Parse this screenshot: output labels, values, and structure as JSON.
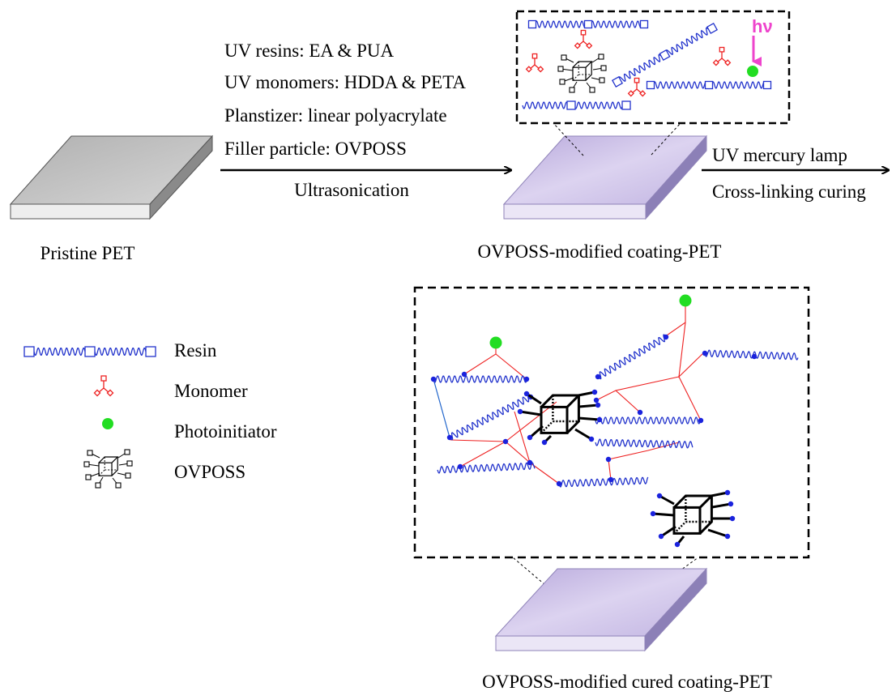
{
  "process": {
    "ingredients": [
      "UV resins: EA & PUA",
      "UV monomers: HDDA & PETA",
      "Planstizer: linear polyacrylate",
      "Filler particle: OVPOSS"
    ],
    "step1_label": "Ultrasonication",
    "step2_labels": [
      "UV mercury lamp",
      "Cross-linking curing"
    ],
    "light_symbol": "hν"
  },
  "samples": {
    "pristine": "Pristine PET",
    "coated": "OVPOSS-modified coating-PET",
    "cured": "OVPOSS-modified cured coating-PET"
  },
  "legend": {
    "items": [
      {
        "icon": "resin-icon",
        "label": "Resin"
      },
      {
        "icon": "monomer-icon",
        "label": "Monomer"
      },
      {
        "icon": "photoinitiator-icon",
        "label": "Photoinitiator"
      },
      {
        "icon": "ovposs-icon",
        "label": "OVPOSS"
      }
    ]
  },
  "colors": {
    "resin": "#2233cc",
    "monomer": "#ee2222",
    "photoinitiator": "#22dd22",
    "ovposs": "#000000",
    "light": "#ee44cc",
    "coating": "#c9bfe3",
    "pet": "#c8c8c8"
  }
}
